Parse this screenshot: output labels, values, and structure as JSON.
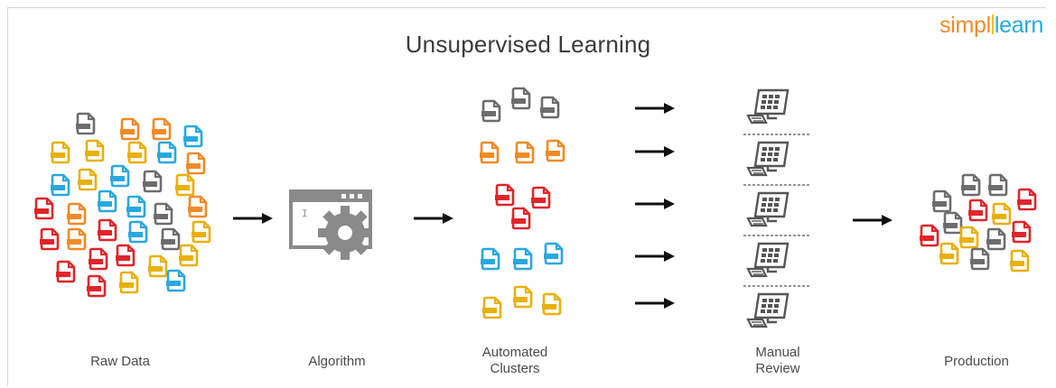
{
  "title": "Unsupervised Learning",
  "logo": {
    "part1": "simpl",
    "part2": "learn"
  },
  "labels": {
    "raw_data": "Raw Data",
    "algorithm": "Algorithm",
    "clusters_line1": "Automated",
    "clusters_line2": "Clusters",
    "review_line1": "Manual",
    "review_line2": "Review",
    "production": "Production"
  },
  "colors": {
    "gray": "#6d6d6d",
    "orange": "#f18a26",
    "red": "#e0252a",
    "blue": "#29a8e0",
    "yellow": "#e8b00a",
    "arrow": "#111111",
    "algorithm_gray": "#8a8a8a"
  },
  "icons": {
    "document": "document-icon",
    "algorithm": "gear-window-icon",
    "review": "computer-icon",
    "arrow": "arrow-right-icon"
  }
}
